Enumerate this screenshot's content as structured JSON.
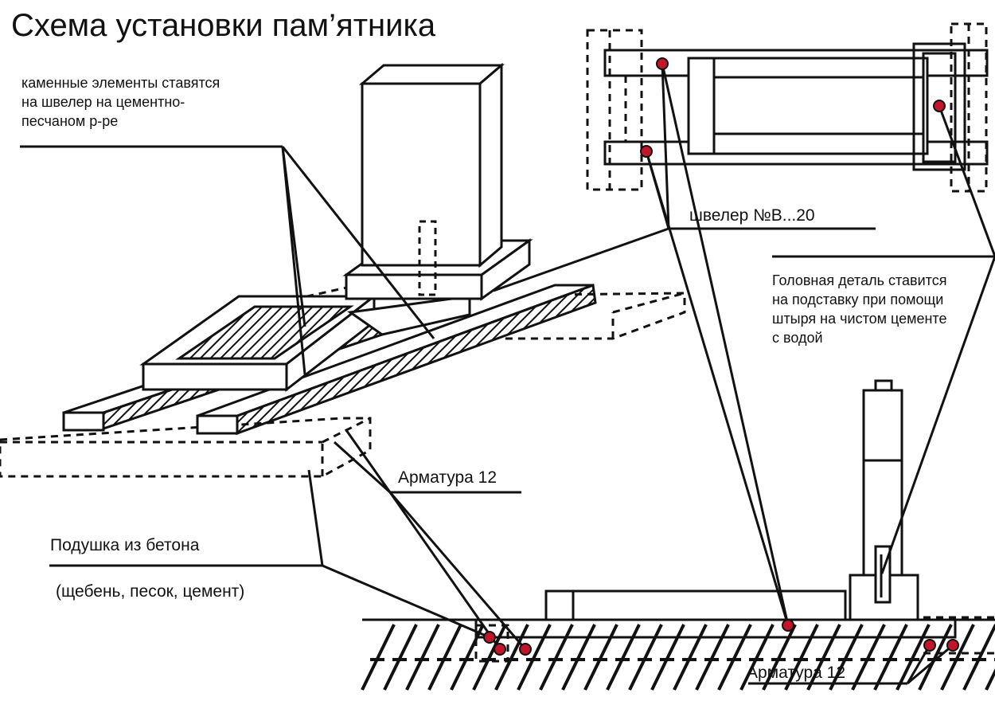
{
  "title": "Схема установки пам’ятника",
  "labels": {
    "stone_elements": "каменные элементы ставятся\nна швелер на цементно-\nпесчаном р-ре",
    "channel": "швелер №В...20",
    "head_detail": "Головная деталь ставится\nна подставку при помощи\nштыря на чистом цементе\nс водой",
    "rebar_top": "Арматура 12",
    "cushion": "Подушка из бетона",
    "cushion_composition": "(щебень, песок, цемент)",
    "rebar_bottom": "Арматура 12"
  },
  "colors": {
    "line": "#111111",
    "rebar_dot": "#c0152a"
  }
}
